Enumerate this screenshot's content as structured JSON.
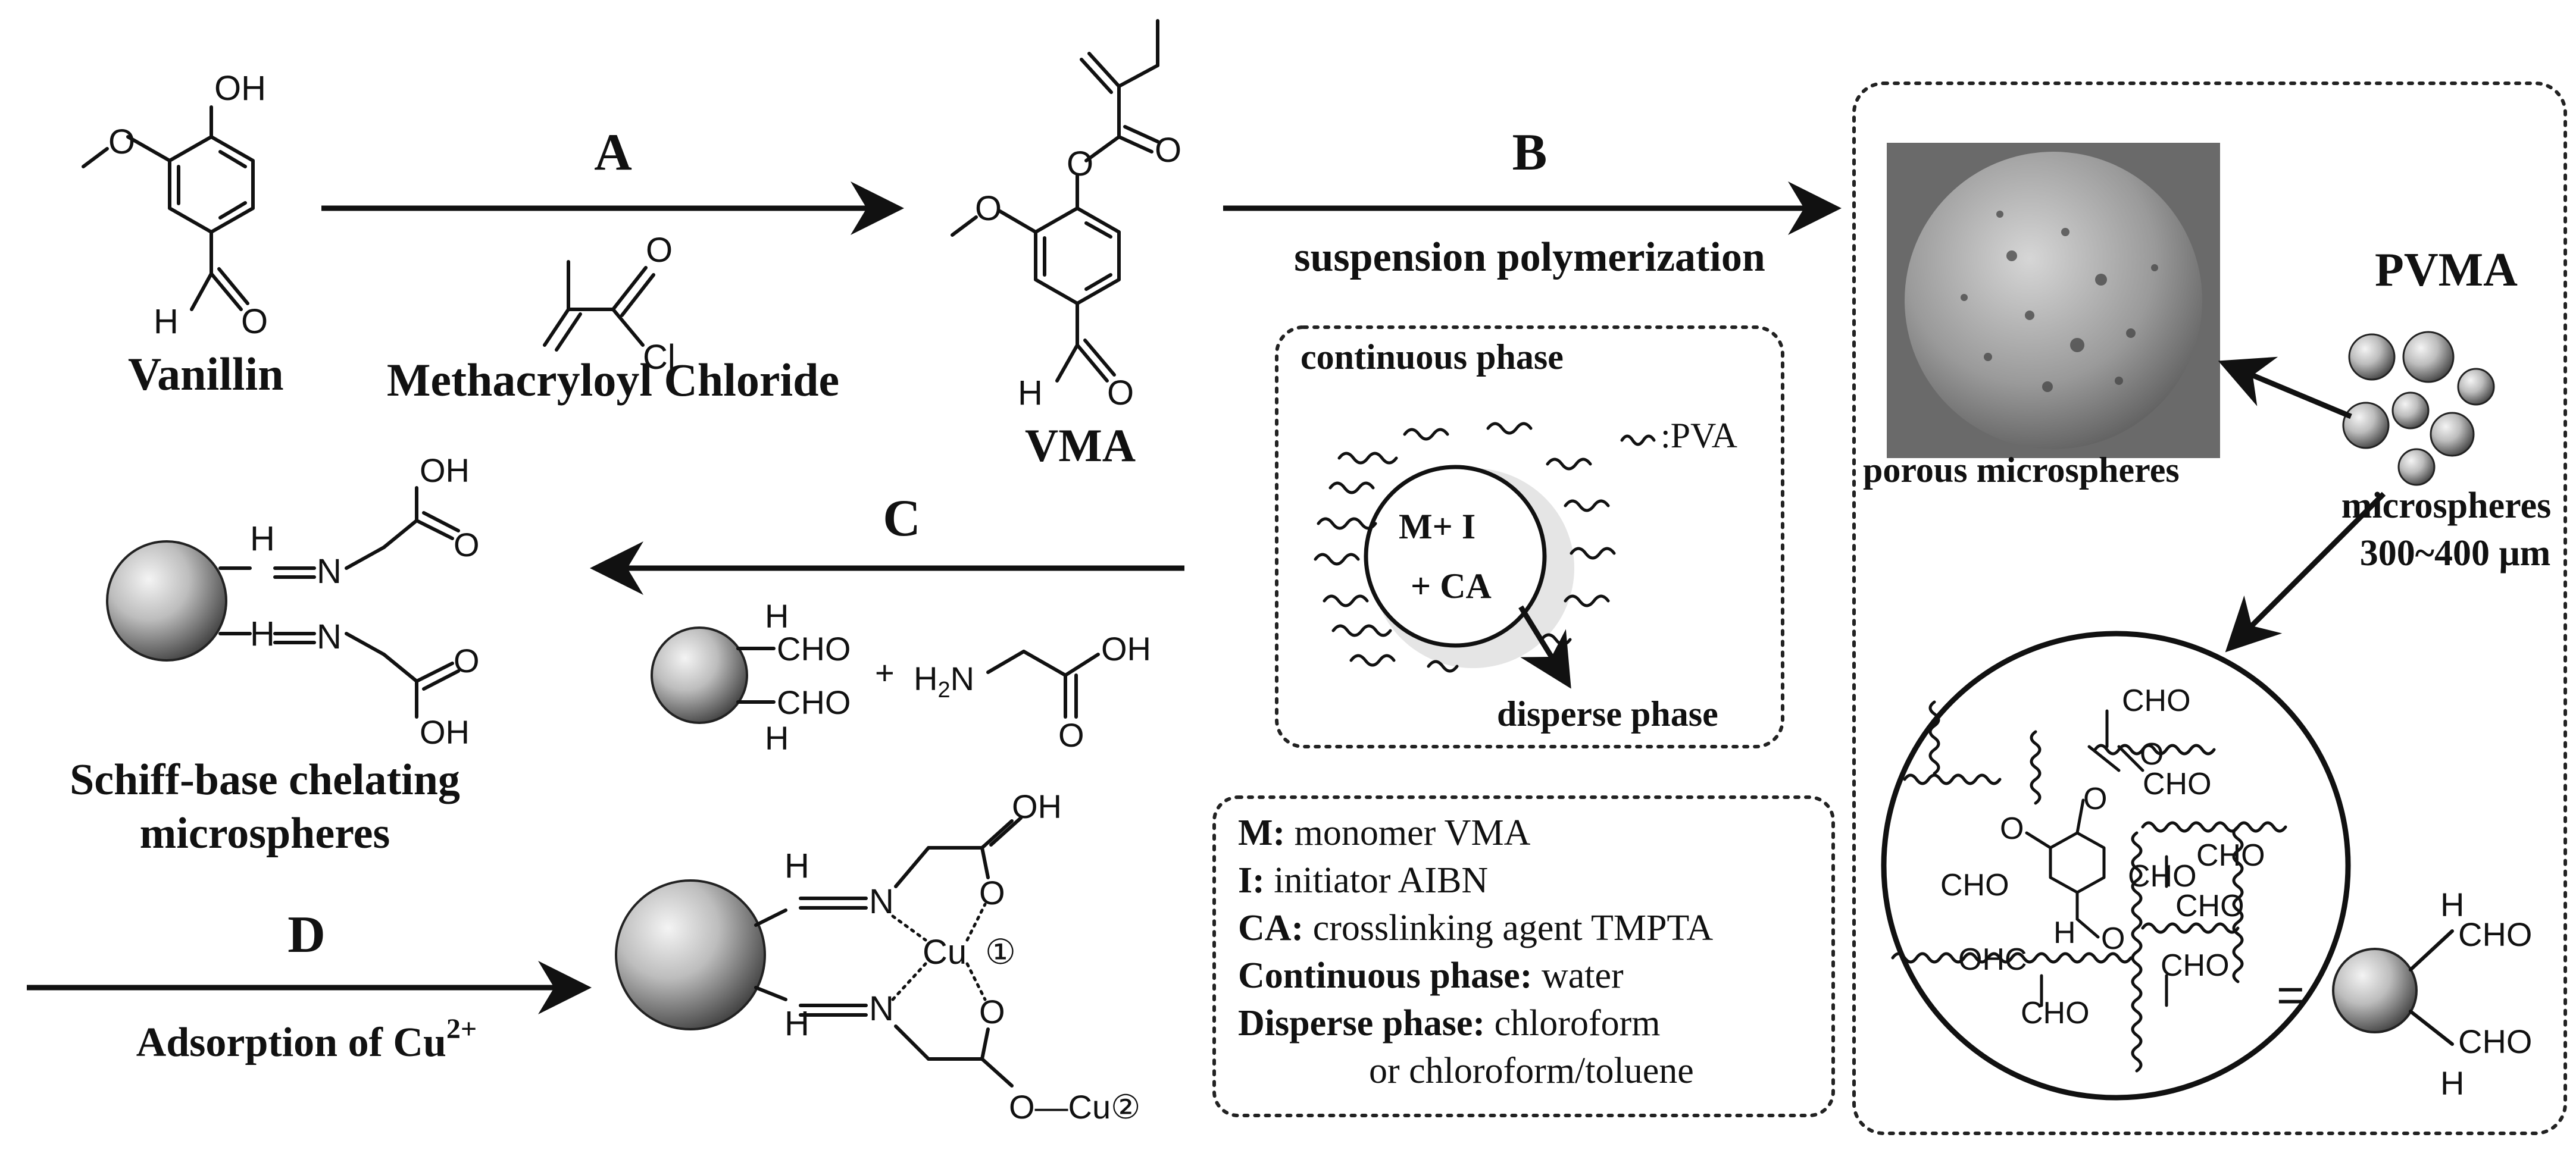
{
  "steps": {
    "a": "A",
    "b": "B",
    "b_caption": "suspension polymerization",
    "c": "C",
    "d": "D",
    "d_caption_prefix": "Adsorption of Cu",
    "d_caption_sup": "2+"
  },
  "compounds": {
    "vanillin": "Vanillin",
    "methacryloyl_chloride": "Methacryloyl Chloride",
    "vma": "VMA",
    "pvma": "PVMA",
    "porous_microspheres": "porous microspheres",
    "microspheres": "microspheres",
    "size": "300~400 μm",
    "schiff_line1": "Schiff-base chelating",
    "schiff_line2": "microspheres"
  },
  "atoms": {
    "oh": "OH",
    "o": "O",
    "h": "H",
    "cl": "Cl",
    "n": "N",
    "cu": "Cu",
    "cho": "CHO",
    "ohc": "OHC",
    "h2n": "H",
    "h2n_sub": "2",
    "h2n_n": "N",
    "plus": "+",
    "equals": "=",
    "cu_site1": "①",
    "cu_site2": "②",
    "o_cu": "O—Cu"
  },
  "droplet": {
    "continuous_phase": "continuous phase",
    "pva_legend": ":PVA",
    "m_i": "M+ I",
    "ca": "+ CA",
    "disperse_phase": "disperse phase"
  },
  "legend": [
    {
      "key": "M:",
      "value": " monomer VMA"
    },
    {
      "key": "I:",
      "value": " initiator AIBN"
    },
    {
      "key": "CA:",
      "value": " crosslinking agent TMPTA"
    },
    {
      "key": "Continuous phase:",
      "value": " water"
    },
    {
      "key": "Disperse phase:",
      "value": " chloroform"
    },
    {
      "key": "",
      "value": "or chloroform/toluene"
    }
  ],
  "colors": {
    "ink": "#111111",
    "sem_dark": "#5a5a5a",
    "sem_light": "#c8c8c8",
    "bead_light": "#f2f2f2",
    "bead_dark": "#4a4a4a"
  }
}
